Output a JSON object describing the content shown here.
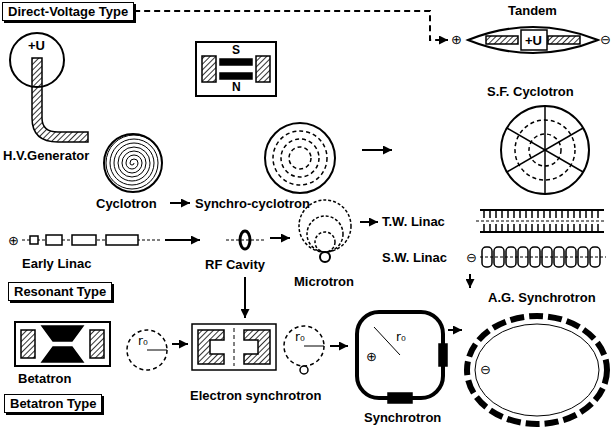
{
  "diagram": {
    "nodes": [
      {
        "text": [
          "Direct-Voltage Type"
        ]
      },
      {
        "text": [
          "+U",
          "H.V.Generator"
        ]
      },
      {
        "text": [
          "Cyclotron"
        ]
      },
      {
        "text": [
          "Synchro-cyclotron"
        ]
      },
      {
        "text": [
          "Tandem",
          "+U"
        ]
      },
      {
        "text": [
          "S.F. Cyclotron"
        ]
      },
      {
        "text": [
          "Early Linac"
        ]
      },
      {
        "text": [
          "RF Cavity"
        ]
      },
      {
        "text": [
          "Microtron"
        ]
      },
      {
        "text": [
          "T.W. Linac"
        ]
      },
      {
        "text": [
          "S.W. Linac"
        ]
      },
      {
        "text": [
          "A.G. Synchrotron"
        ]
      },
      {
        "text": [
          "Resonant Type"
        ]
      },
      {
        "text": [
          "Betatron"
        ]
      },
      {
        "text": [
          "Electron synchrotron"
        ]
      },
      {
        "text": [
          "Synchrotron"
        ]
      },
      {
        "text": [
          "Betatron Type"
        ]
      }
    ],
    "edges": [
      {
        "from": 0,
        "to": 4,
        "arrow": "to"
      },
      {
        "from": 2,
        "to": 3,
        "arrow": "to"
      },
      {
        "from": 3,
        "to": 5,
        "arrow": "to"
      },
      {
        "from": 6,
        "to": 7,
        "arrow": "to"
      },
      {
        "from": 7,
        "to": 8,
        "arrow": "to"
      },
      {
        "from": 8,
        "to": 9,
        "arrow": "to"
      },
      {
        "from": 10,
        "to": 11,
        "arrow": "to"
      },
      {
        "from": 7,
        "to": 14,
        "arrow": "to"
      },
      {
        "from": 13,
        "to": 14,
        "arrow": "to"
      },
      {
        "from": 14,
        "to": 15,
        "arrow": "to"
      },
      {
        "from": 15,
        "to": 11,
        "arrow": "to"
      }
    ],
    "labels": [
      "S",
      "N",
      "⊕",
      "⊖",
      "⊕",
      "⊖",
      "r₀",
      "r₀",
      "⊕",
      "r₀",
      "⊖"
    ]
  }
}
